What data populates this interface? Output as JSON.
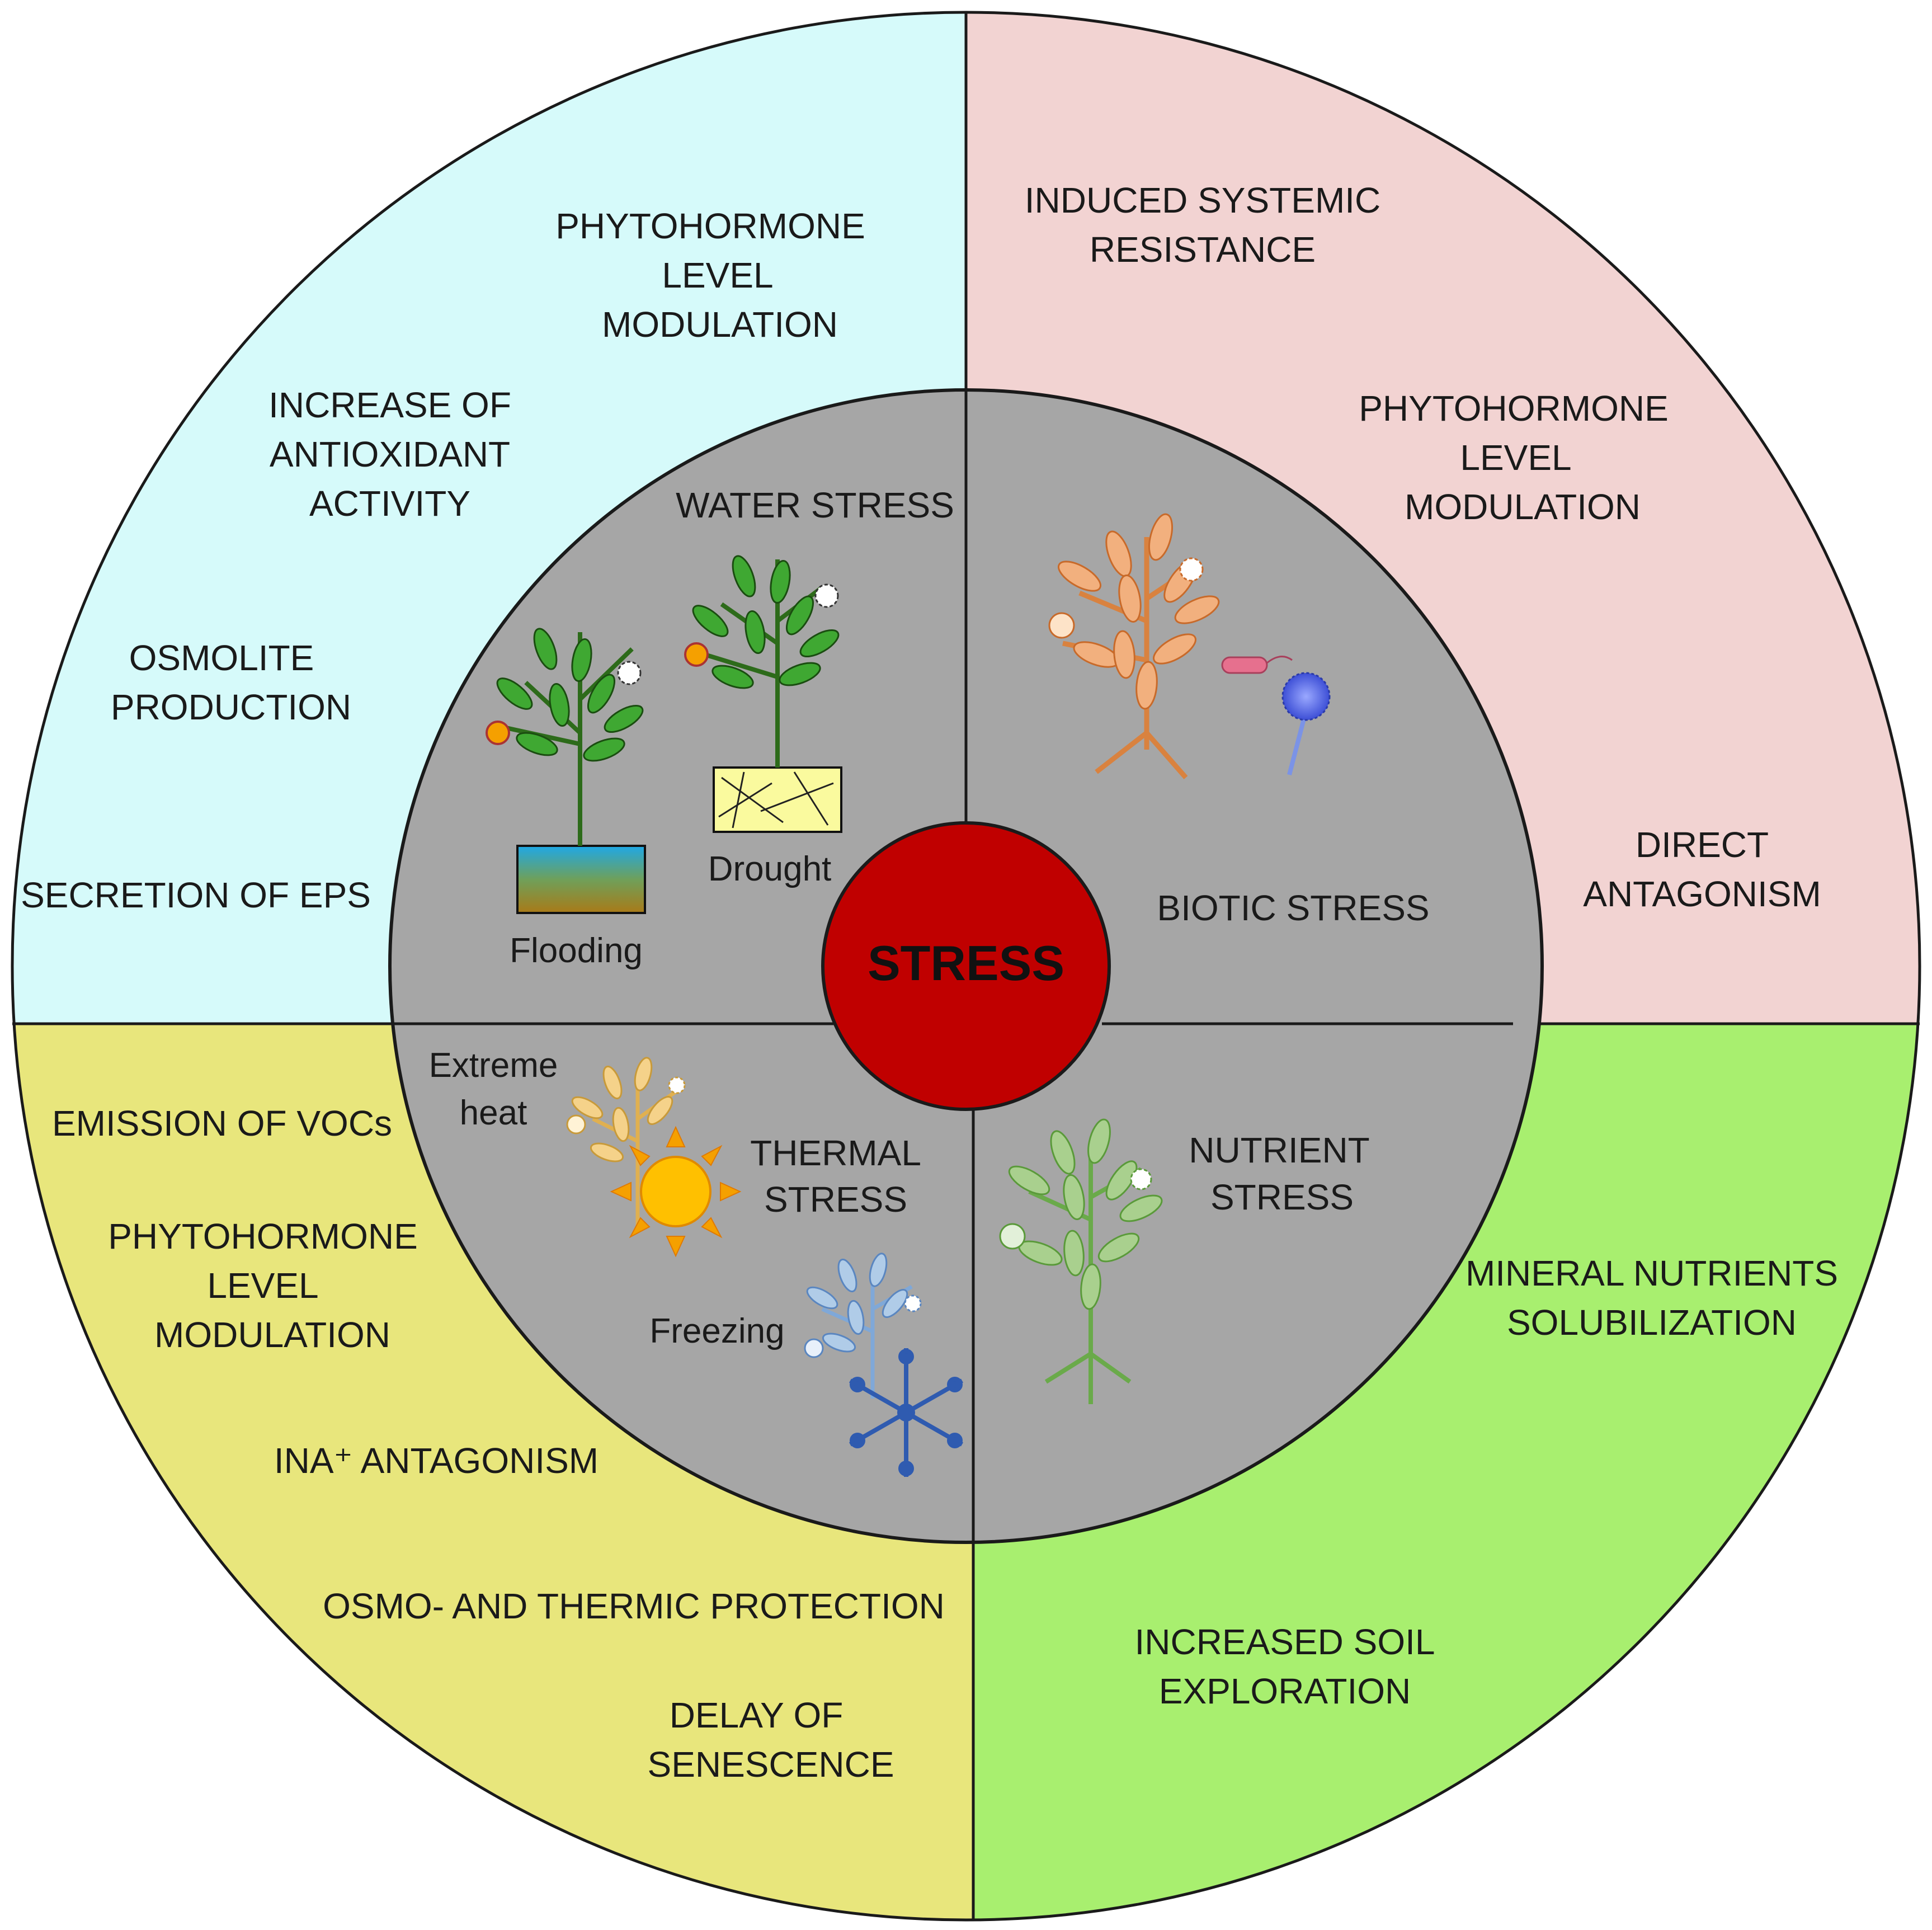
{
  "center": {
    "label": "STRESS",
    "color": "#c00000"
  },
  "inner_quadrants": {
    "color": "#a6a6a6",
    "water": {
      "title": "WATER STRESS",
      "sublabels": {
        "flooding": "Flooding",
        "drought": "Drought"
      }
    },
    "biotic": {
      "title": "BIOTIC STRESS"
    },
    "thermal": {
      "title": [
        "THERMAL",
        "STRESS"
      ],
      "sublabels": {
        "extreme_heat": [
          "Extreme",
          "heat"
        ],
        "freezing": "Freezing"
      }
    },
    "nutrient": {
      "title": [
        "NUTRIENT",
        "STRESS"
      ]
    }
  },
  "outer_quadrants": {
    "top_left": {
      "color": "#d6fafa",
      "items": [
        {
          "lines": [
            "PHYTOHORMONE",
            "LEVEL",
            "MODULATION"
          ]
        },
        {
          "lines": [
            "INCREASE OF",
            "ANTIOXIDANT",
            "ACTIVITY"
          ]
        },
        {
          "lines": [
            "OSMOLITE",
            "PRODUCTION"
          ]
        },
        {
          "lines": [
            "SECRETION OF EPS"
          ]
        }
      ]
    },
    "top_right": {
      "color": "#f2d3d2",
      "items": [
        {
          "lines": [
            "INDUCED SYSTEMIC",
            "RESISTANCE"
          ]
        },
        {
          "lines": [
            "PHYTOHORMONE",
            "LEVEL",
            "MODULATION"
          ]
        },
        {
          "lines": [
            "DIRECT",
            "ANTAGONISM"
          ]
        }
      ]
    },
    "bottom_left": {
      "color": "#e8e67c",
      "items": [
        {
          "lines": [
            "EMISSION OF VOCs"
          ]
        },
        {
          "lines": [
            "PHYTOHORMONE",
            "LEVEL",
            "MODULATION"
          ]
        },
        {
          "lines": [
            "INA⁺ ANTAGONISM"
          ]
        },
        {
          "lines": [
            "OSMO- AND THERMIC PROTECTION"
          ]
        },
        {
          "lines": [
            "DELAY OF",
            "SENESCENCE"
          ]
        }
      ]
    },
    "bottom_right": {
      "color": "#a8ef6f",
      "items": [
        {
          "lines": [
            "MINERAL NUTRIENTS",
            "SOLUBILIZATION"
          ]
        },
        {
          "lines": [
            "INCREASED SOIL",
            "EXPLORATION"
          ]
        }
      ]
    }
  }
}
